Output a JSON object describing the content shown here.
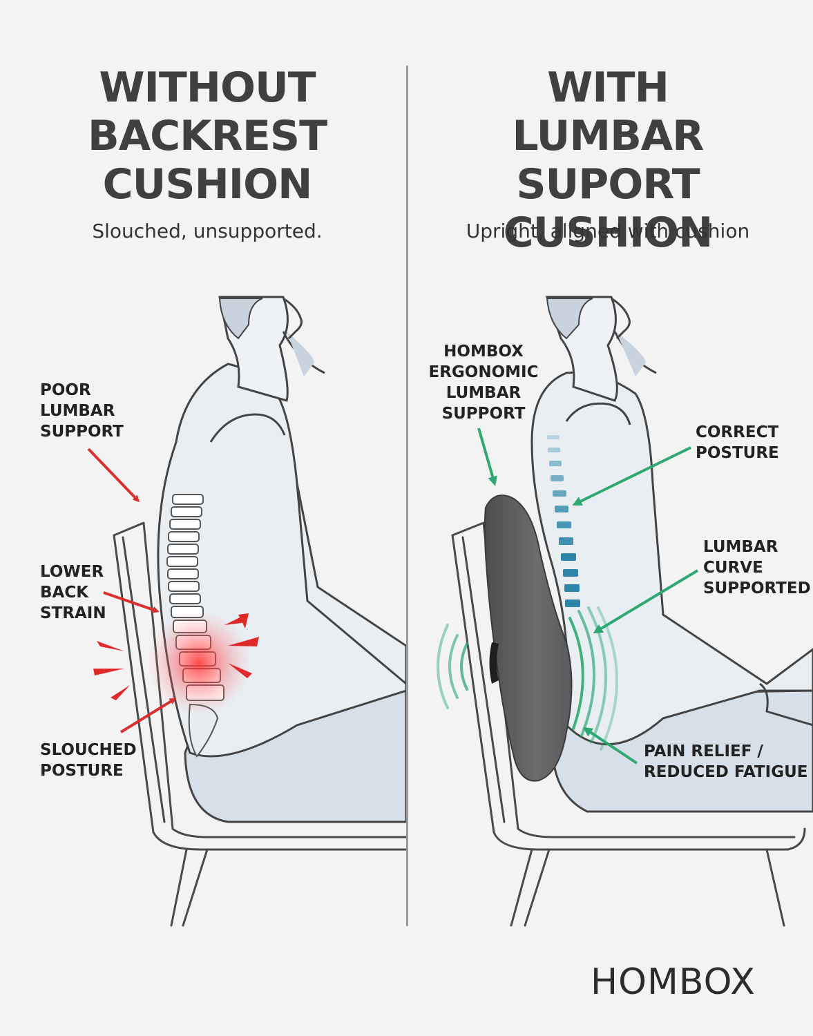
{
  "left": {
    "title": [
      "WITHOUT",
      "BACKREST",
      "CUSHION"
    ],
    "subtitle": "Slouched, unsupported.",
    "labels": {
      "poor_lumbar": [
        "POOR",
        "LUMBAR",
        "SUPPORT"
      ],
      "lower_back": [
        "LOWER",
        "BACK",
        "STRAIN"
      ],
      "slouched": [
        "SLOUCHED",
        "POSTURE"
      ]
    }
  },
  "right": {
    "title": [
      "WITH",
      "LUMBAR SUPORT",
      "CUSHION"
    ],
    "subtitle": "Upright, aligned with cushion",
    "labels": {
      "hombox_support": [
        "HOMBOX",
        "ERGONOMIC",
        "LUMBAR",
        "SUPPORT"
      ],
      "correct_posture": [
        "CORRECT",
        "POSTURE"
      ],
      "lumbar_curve": [
        "LUMBAR",
        "CURVE",
        "SUPPORTED"
      ],
      "pain_relief": [
        "PAIN RELIEF /",
        "REDUCED FATIGUE"
      ]
    }
  },
  "brand": "HOMBOX",
  "colors": {
    "strain": "#e03030",
    "support": "#2fa874",
    "spine_blue": "#2d86a8",
    "cushion": "#606062"
  }
}
